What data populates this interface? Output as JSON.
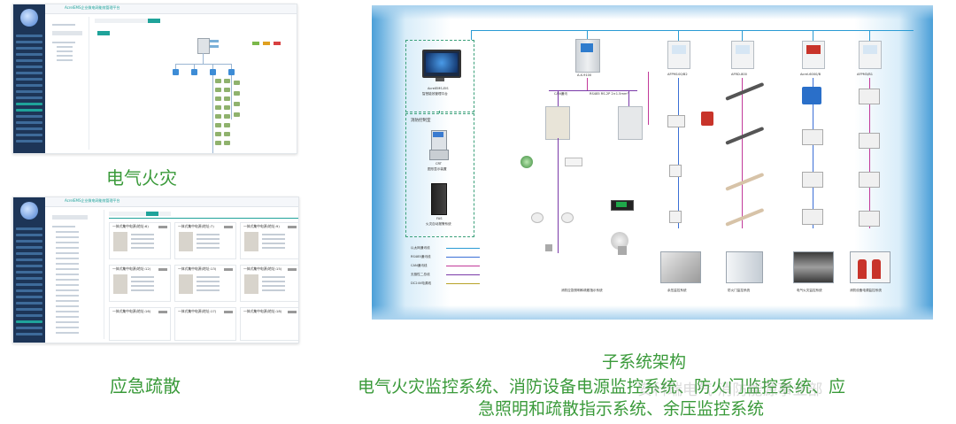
{
  "screens": [
    {
      "id": "electrical-fire",
      "app_title": "AcrelEMS企业微电网能效管理平台",
      "caption": "电气火灾"
    },
    {
      "id": "emergency-evacuation",
      "app_title": "AcrelEMS企业微电网能效管理平台",
      "caption": "应急疏散",
      "card_title_1": "一体式集中电源(地址:6)",
      "card_title_2": "一体式集中电源(地址:7)",
      "card_title_3": "一体式集中电源(地址:9)",
      "card_title_4": "一体式集中电源(地址:12)",
      "card_title_5": "一体式集中电源(地址:13)",
      "card_title_6": "一体式集中电源(地址:15)",
      "card_title_7": "一体式集中电源(地址:16)",
      "card_title_8": "一体式集中电源(地址:17)",
      "card_title_9": "一体式集中电源(地址:18)"
    }
  ],
  "architecture": {
    "title": "子系统架构",
    "subtitle_line1": "电气火灾监控系统、消防设备电源监控系统、防火门监控系统、应",
    "subtitle_line2": "急照明和疏散指示系统、余压监控系统",
    "watermark": "安科瑞电气·消防能源事业部",
    "platform_label_1": "AcrelEMS-EIS",
    "platform_label_2": "智慧能效管理平台",
    "control_room": "消防控制室",
    "crt_label": "CRT",
    "crt_sub": "图形显示装置",
    "fire_label": "FAS",
    "fire_sub": "火灾自动报警系统",
    "top_devices": [
      "A-X-9100",
      "AFPM100/B2",
      "AFRD-800",
      "Acrel-6000/B",
      "AFPM3/B1"
    ],
    "bus_label_1": "CAN通讯",
    "bus_label_2": "RS485 RS-2P 2×1.5mm²",
    "legend": [
      "以太网通讯线",
      "RS485通讯线",
      "CAN通讯线",
      "无极性二总线",
      "DC24V电源线"
    ],
    "legend_colors": [
      "#2a9bd4",
      "#3b6fd6",
      "#c23a9a",
      "#7a3aa8",
      "#b8a32a"
    ],
    "bottom_labels": [
      "消防应急照明和疏散指示系统",
      "余压监控系统",
      "防火门监控系统",
      "电气火灾监控系统",
      "消防设备电源监控系统"
    ]
  }
}
